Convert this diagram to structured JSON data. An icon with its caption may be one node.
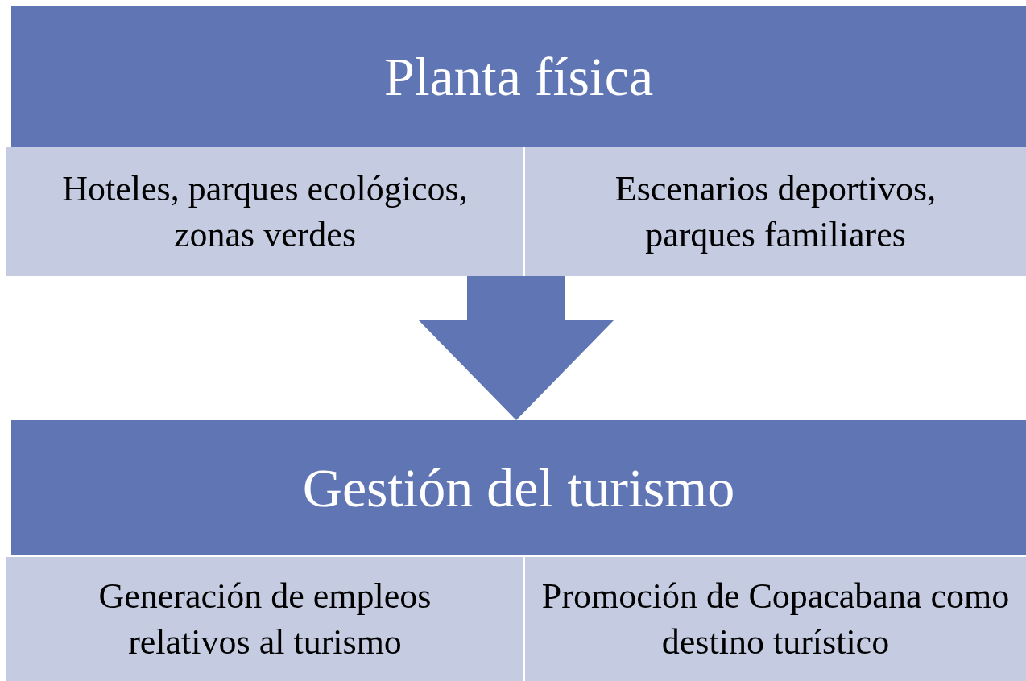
{
  "diagram": {
    "nodes": [
      {
        "text": [
          "Planta física"
        ]
      },
      {
        "text": [
          "Hoteles, parques ecológicos, zonas verdes"
        ]
      },
      {
        "text": [
          "Escenarios deportivos, parques familiares"
        ]
      },
      {
        "text": [
          "Gestión del turismo"
        ]
      },
      {
        "text": [
          "Generación de empleos relativos al turismo"
        ]
      },
      {
        "text": [
          "Promoción de Copacabana como destino turístico"
        ]
      }
    ],
    "edges": [
      {
        "from": 1,
        "to": 3,
        "arrow": "to"
      },
      {
        "from": 2,
        "to": 3,
        "arrow": "to"
      }
    ]
  }
}
